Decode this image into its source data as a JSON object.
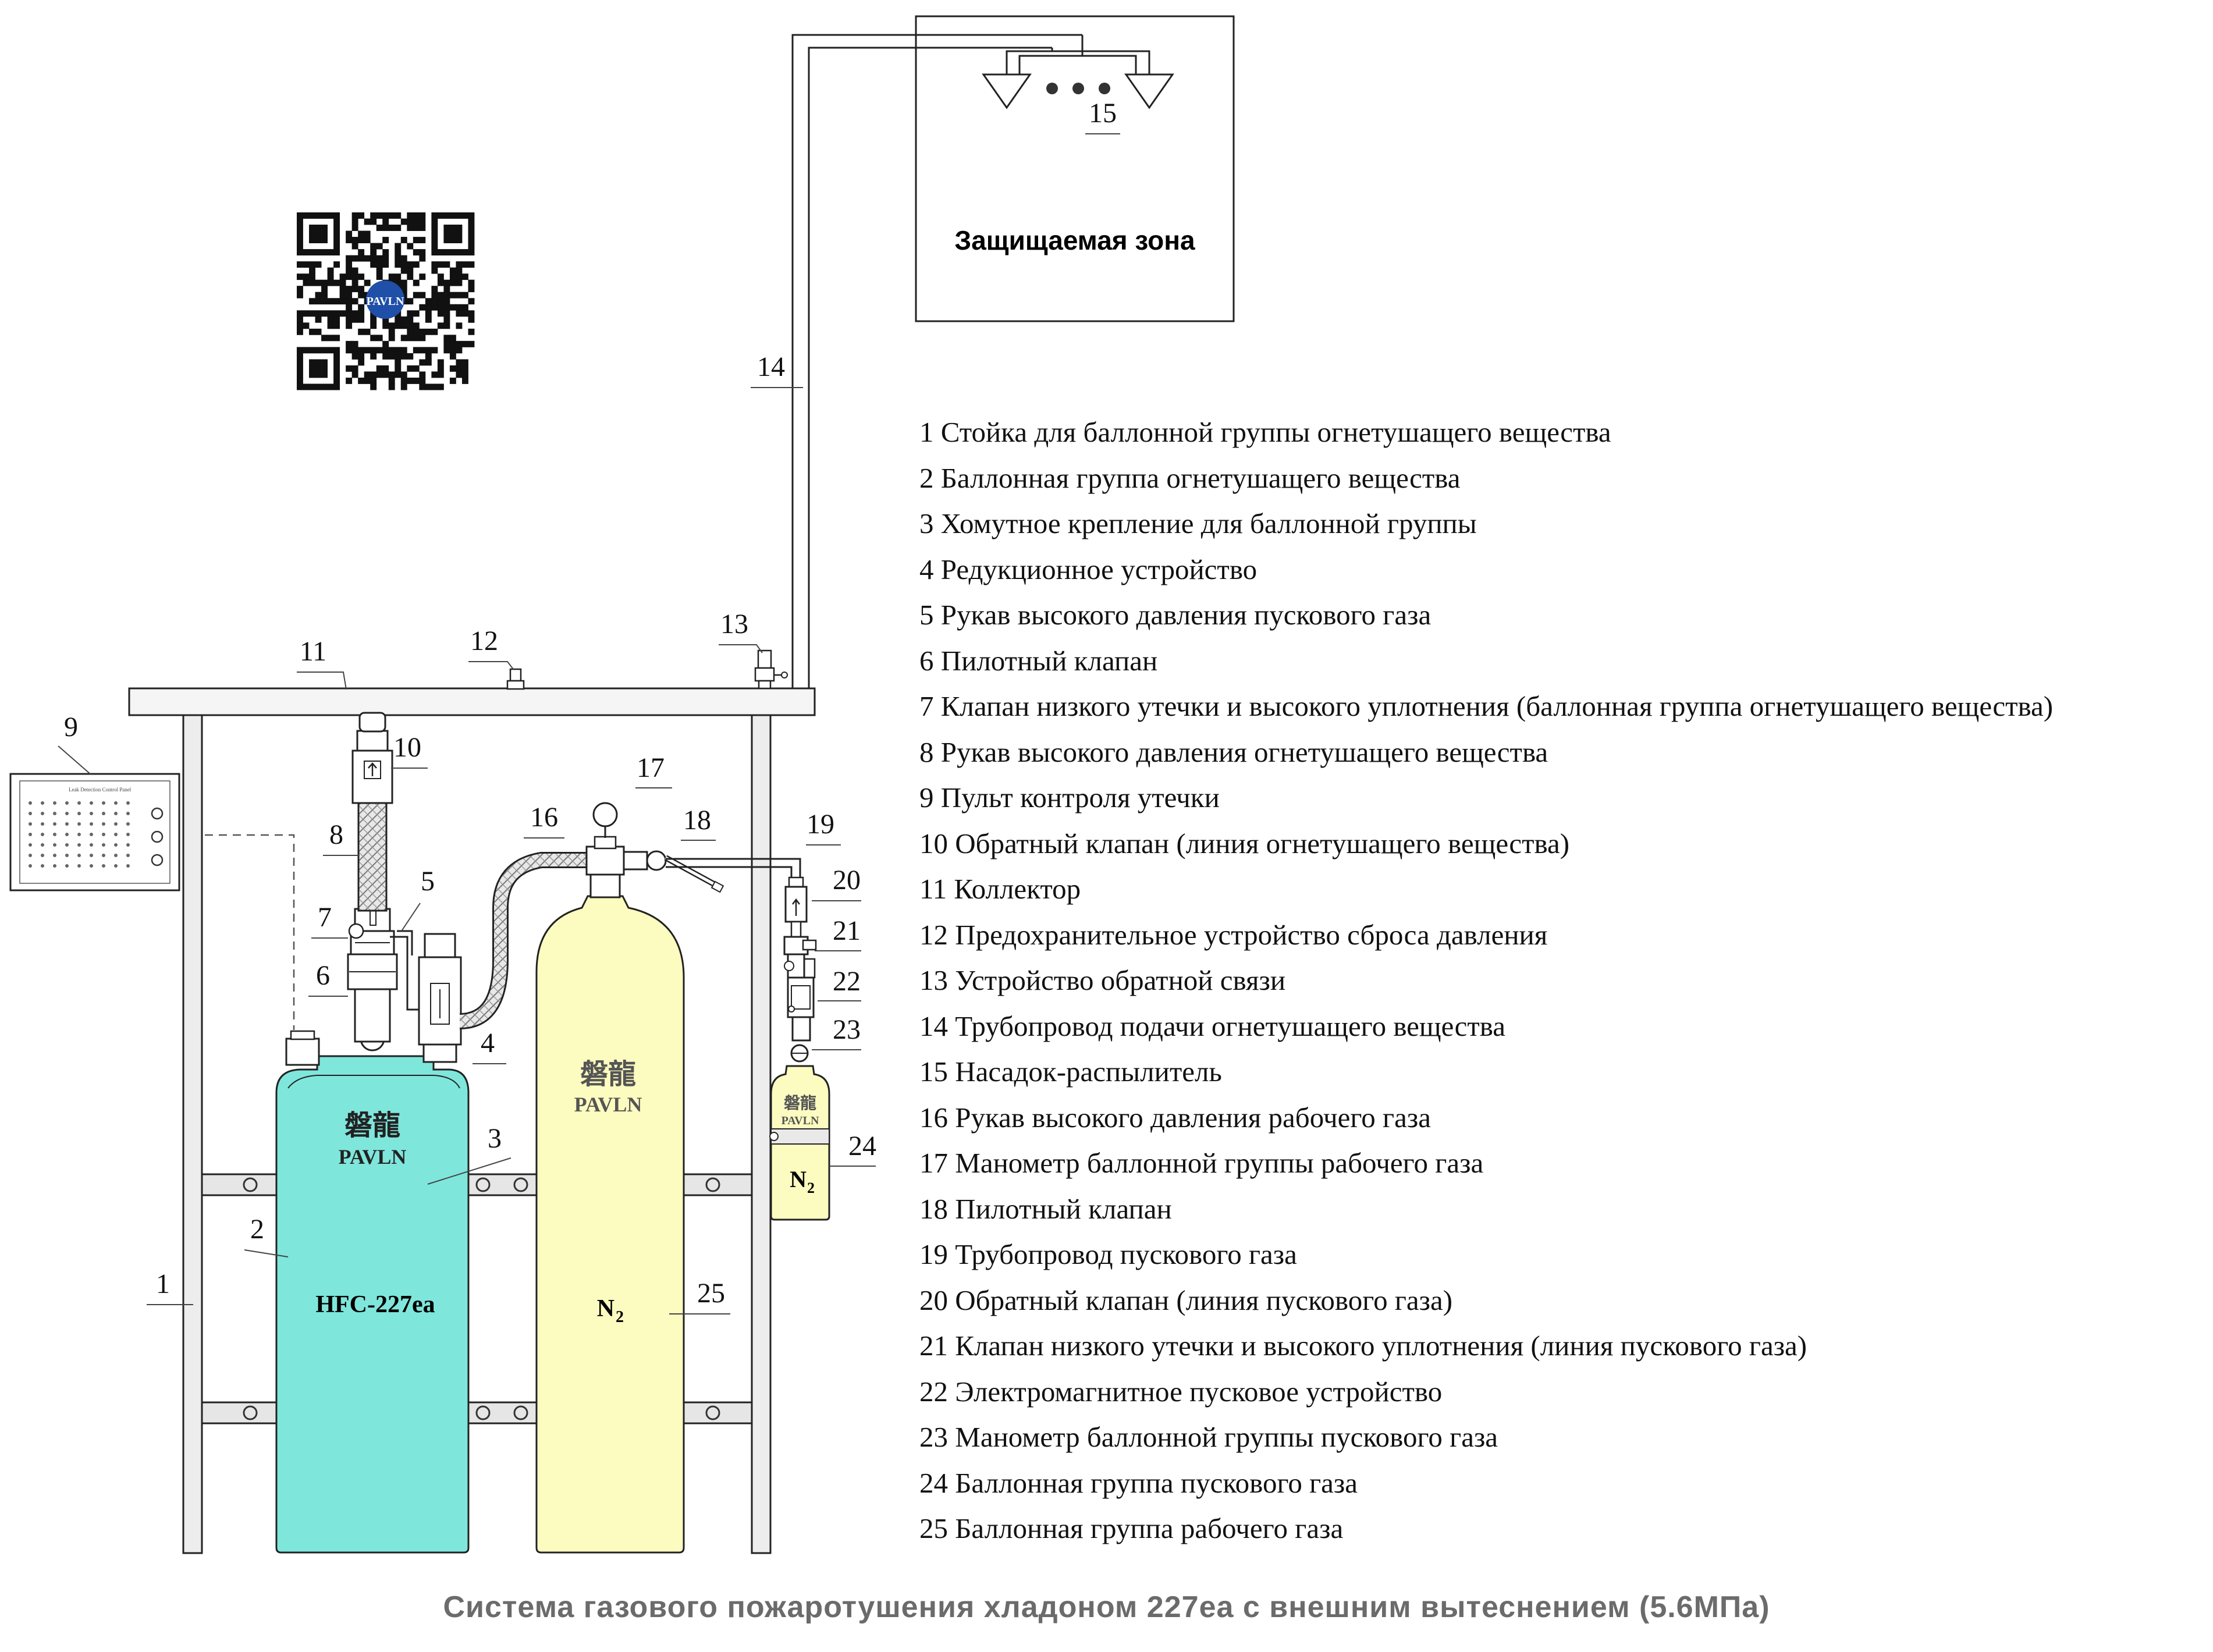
{
  "protected_zone": {
    "title": "Защищаемая зона"
  },
  "callouts": [
    "1",
    "2",
    "3",
    "4",
    "5",
    "6",
    "7",
    "8",
    "9",
    "10",
    "11",
    "12",
    "13",
    "14",
    "15",
    "16",
    "17",
    "18",
    "19",
    "20",
    "21",
    "22",
    "23",
    "24",
    "25"
  ],
  "cylinders": {
    "agent_label": "HFC-227ea",
    "working_gas_label": "N",
    "starter_gas_label": "N",
    "subscript": "2",
    "brand_cn": "磐龍",
    "brand_latin": "PAVLN"
  },
  "qr_logo": "PAVLN",
  "panel": {
    "title": "Leak Detection Control Panel"
  },
  "legend": [
    "1 Стойка для баллонной группы огнетушащего вещества",
    "2 Баллонная группа огнетушащего вещества",
    "3 Хомутное крепление для баллонной группы",
    "4 Редукционное устройство",
    "5 Рукав высокого давления пускового газа",
    "6 Пилотный клапан",
    "7 Клапан низкого утечки и высокого уплотнения (баллонная группа огнетушащего вещества)",
    "8 Рукав высокого давления огнетушащего вещества",
    "9 Пульт контроля утечки",
    "10 Обратный клапан (линия огнетушащего вещества)",
    "11 Коллектор",
    "12 Предохранительное устройство сброса давления",
    "13 Устройство обратной связи",
    "14 Трубопровод подачи огнетушащего вещества",
    "15 Насадок-распылитель",
    "16 Рукав высокого давления рабочего газа",
    "17 Манометр баллонной группы рабочего газа",
    "18 Пилотный клапан",
    "19 Трубопровод пускового газа",
    "20 Обратный клапан (линия пускового газа)",
    "21 Клапан низкого утечки и высокого уплотнения (линия пускового газа)",
    "22 Электромагнитное пусковое устройство",
    "23 Манометр баллонной группы пускового газа",
    "24 Баллонная группа пускового газа",
    "25 Баллонная группа рабочего газа"
  ],
  "caption": "Система газового пожаротушения хладоном 227ea с внешним вытеснением (5.6МПа)",
  "colors": {
    "agent_cylinder": "#7fe6dc",
    "working_gas_cylinder": "#fdfcc0",
    "starter_gas_cylinder": "#fdfcc0",
    "frame": "#ececec",
    "outline": "#222222",
    "caption": "#6b6b6b"
  }
}
